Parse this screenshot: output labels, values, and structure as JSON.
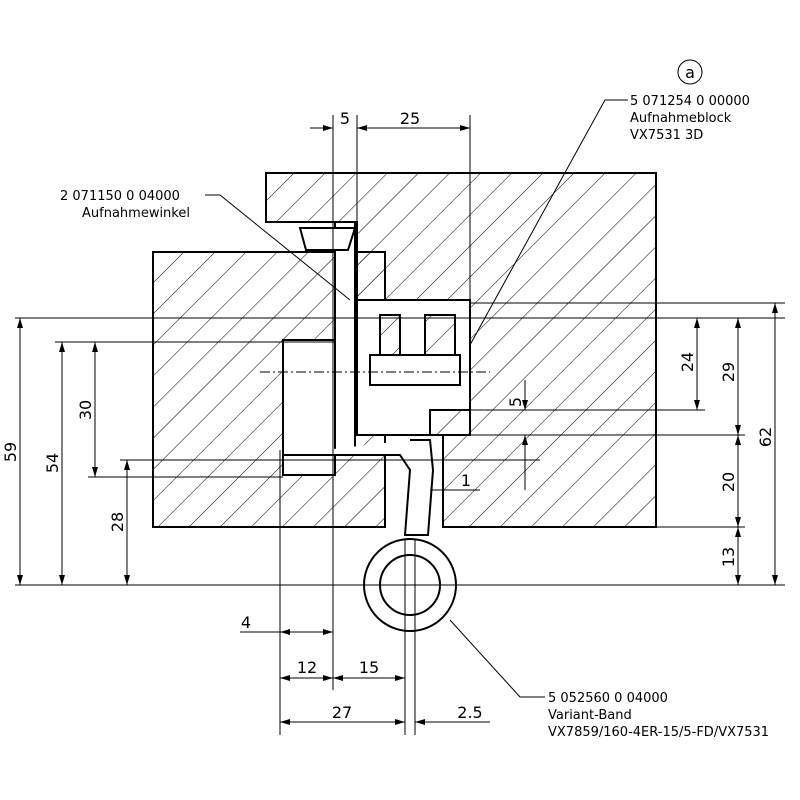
{
  "title": "Hinge installation drawing",
  "callouts": {
    "detail_marker": "a",
    "block": {
      "part_no": "5 071254 0 00000",
      "name": "Aufnahmeblock",
      "model": "VX7531 3D"
    },
    "bracket": {
      "part_no": "2 071150 0 04000",
      "name": "Aufnahmewinkel"
    },
    "band": {
      "part_no": "5 052560 0 04000",
      "name": "Variant-Band",
      "model": "VX7859/160-4ER-15/5-FD/VX7531"
    }
  },
  "dimensions": {
    "top_5": "5",
    "top_25": "25",
    "left_59": "59",
    "left_54": "54",
    "left_30": "30",
    "left_28": "28",
    "right_24": "24",
    "right_29": "29",
    "right_62": "62",
    "right_20": "20",
    "right_13": "13",
    "inner_5": "5",
    "inner_1": "1",
    "bottom_4": "4",
    "bottom_12": "12",
    "bottom_15": "15",
    "bottom_27": "27",
    "bottom_2_5": "2.5"
  }
}
